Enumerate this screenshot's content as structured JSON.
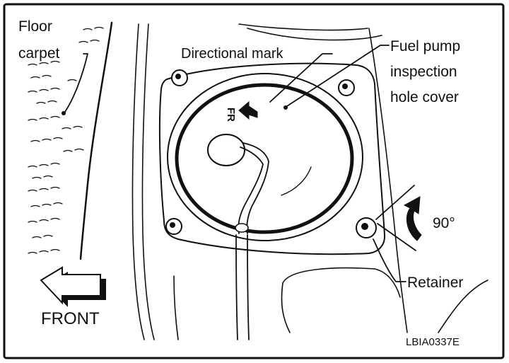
{
  "labels": {
    "floor_carpet_line1": "Floor",
    "floor_carpet_line2": "carpet",
    "directional_mark": "Directional mark",
    "fuel_pump_line1": "Fuel pump",
    "fuel_pump_line2": "inspection",
    "fuel_pump_line3": "hole cover",
    "fr_mark": "FR",
    "rotation_angle": "90°",
    "retainer": "Retainer",
    "front": "FRONT",
    "figure_code": "LBIA0337E"
  },
  "colors": {
    "ink": "#111111",
    "background": "#ffffff"
  }
}
